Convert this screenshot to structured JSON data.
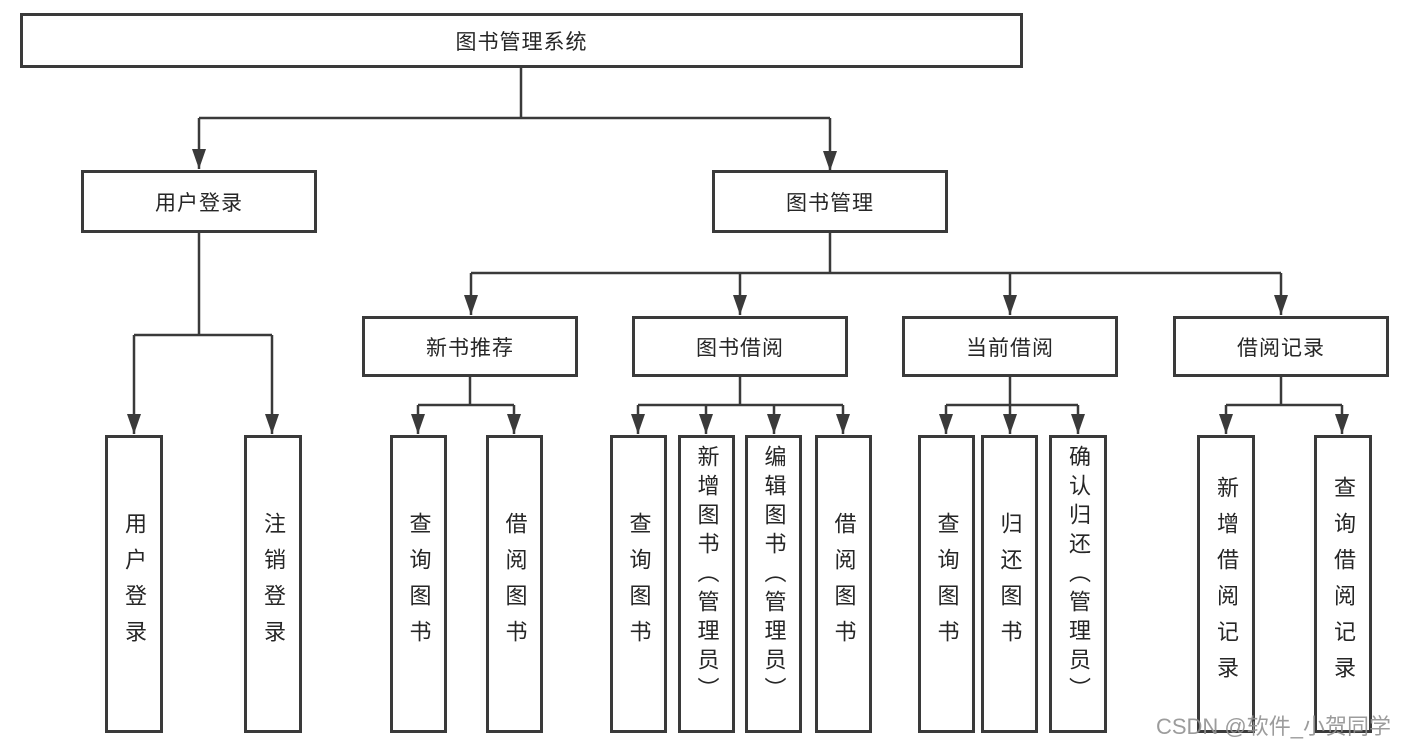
{
  "diagram": {
    "root": {
      "label": "图书管理系统"
    },
    "level2": {
      "user_login": {
        "label": "用户登录"
      },
      "book_mgmt": {
        "label": "图书管理"
      }
    },
    "level3": {
      "new_books": {
        "label": "新书推荐"
      },
      "book_borrow": {
        "label": "图书借阅"
      },
      "current_borrow": {
        "label": "当前借阅"
      },
      "borrow_records": {
        "label": "借阅记录"
      }
    },
    "leaves": {
      "login": [
        "用户登录",
        "注销登录"
      ],
      "new_books": [
        "查询图书",
        "借阅图书"
      ],
      "book_borrow": [
        "查询图书",
        "新增图书（管理员）",
        "编辑图书（管理员）",
        "借阅图书"
      ],
      "current_borrow": [
        "查询图书",
        "归还图书",
        "确认归还（管理员）"
      ],
      "borrow_records": [
        "新增借阅记录",
        "查询借阅记录"
      ]
    }
  },
  "watermark": "CSDN @软件_小贺同学",
  "colors": {
    "line": "#3a3a3a",
    "text": "#262626",
    "watermark": "#919191",
    "background": "#ffffff"
  }
}
